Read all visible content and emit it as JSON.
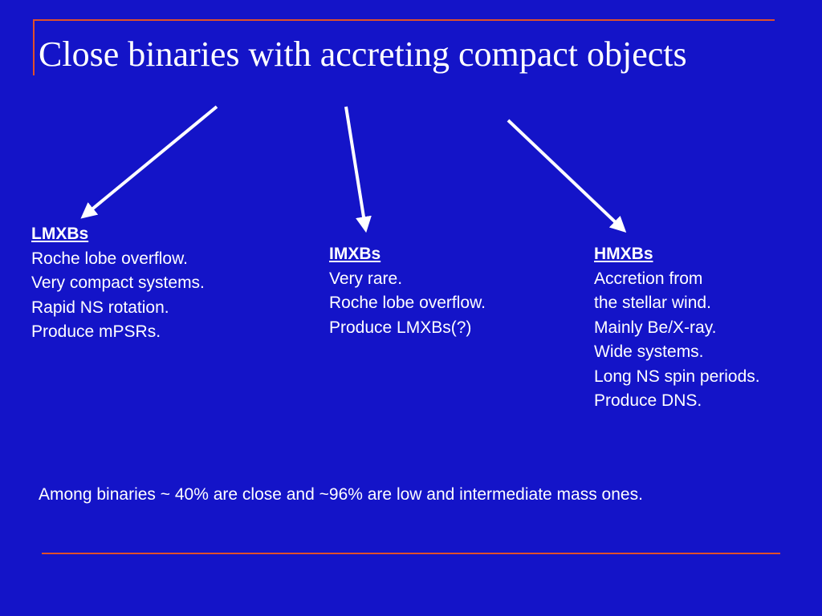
{
  "slide": {
    "title": "Close binaries with accreting compact objects",
    "footer": "Among binaries ~ 40% are close and ~96% are low and intermediate mass ones."
  },
  "colors": {
    "background": "#1414c8",
    "rule": "#e0502a",
    "text": "#ffffff"
  },
  "categories": [
    {
      "heading": "LMXBs",
      "lines": [
        "Roche lobe overflow.",
        "Very compact systems.",
        "Rapid NS rotation.",
        "Produce mPSRs."
      ]
    },
    {
      "heading": "IMXBs",
      "lines": [
        "Very rare.",
        "Roche lobe overflow.",
        "Produce LMXBs(?)"
      ]
    },
    {
      "heading": "HMXBs",
      "lines": [
        "Accretion from",
        "the stellar wind.",
        "Mainly Be/X-ray.",
        "Wide systems.",
        "Long NS spin periods.",
        "Produce DNS."
      ]
    }
  ]
}
